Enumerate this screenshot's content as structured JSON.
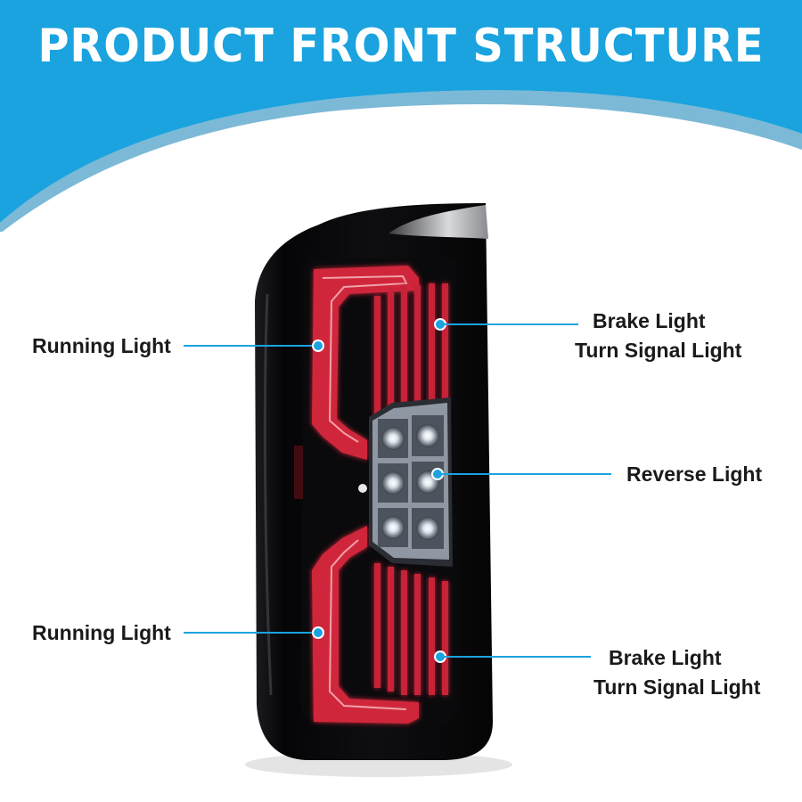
{
  "banner": {
    "title": "PRODUCT FRONT STRUCTURE",
    "color": "#1aa3df"
  },
  "product_image": {
    "icon": "tail-light-assembly-icon",
    "housing_color": "#0b0b0d",
    "running_light_color": "#e0253a",
    "reverse_light_color": "#ffffff"
  },
  "callouts": {
    "running_light_top": "Running Light",
    "running_light_bottom": "Running Light",
    "brake_top": {
      "line1": "Brake Light",
      "line2": "Turn Signal Light"
    },
    "reverse": "Reverse Light",
    "brake_bottom": {
      "line1": "Brake Light",
      "line2": "Turn Signal Light"
    },
    "leader_color": "#1aa3df"
  }
}
